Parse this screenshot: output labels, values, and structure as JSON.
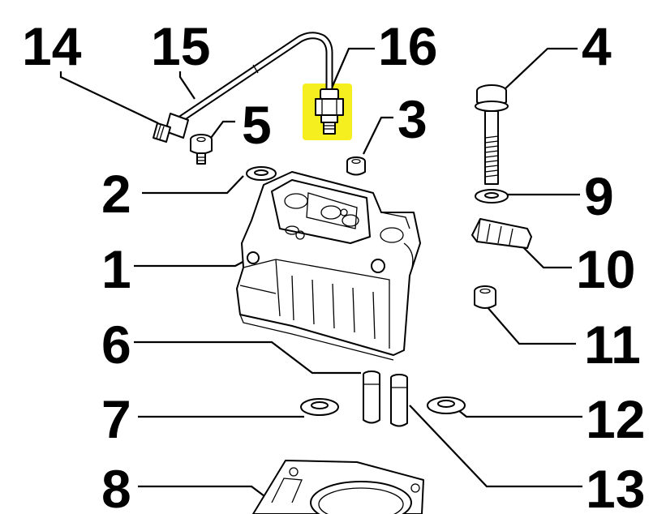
{
  "colors": {
    "highlight": "#f5ef1f",
    "ink": "#000000",
    "background": "#ffffff"
  },
  "callouts": [
    {
      "id": "1",
      "label": "1",
      "part": "cylinder-head"
    },
    {
      "id": "2",
      "label": "2",
      "part": "washer"
    },
    {
      "id": "3",
      "label": "3",
      "part": "nut"
    },
    {
      "id": "4",
      "label": "4",
      "part": "head-bolt"
    },
    {
      "id": "5",
      "label": "5",
      "part": "screw"
    },
    {
      "id": "6",
      "label": "6",
      "part": "valve-guide"
    },
    {
      "id": "7",
      "label": "7",
      "part": "seal-ring"
    },
    {
      "id": "8",
      "label": "8",
      "part": "head-gasket"
    },
    {
      "id": "9",
      "label": "9",
      "part": "bolt-washer"
    },
    {
      "id": "10",
      "label": "10",
      "part": "bracket"
    },
    {
      "id": "11",
      "label": "11",
      "part": "bushing"
    },
    {
      "id": "12",
      "label": "12",
      "part": "seal-ring"
    },
    {
      "id": "13",
      "label": "13",
      "part": "valve-guide"
    },
    {
      "id": "14",
      "label": "14",
      "part": "pipe-fitting"
    },
    {
      "id": "15",
      "label": "15",
      "part": "fuel-pipe"
    },
    {
      "id": "16",
      "label": "16",
      "part": "union-fitting",
      "highlighted": true
    }
  ]
}
